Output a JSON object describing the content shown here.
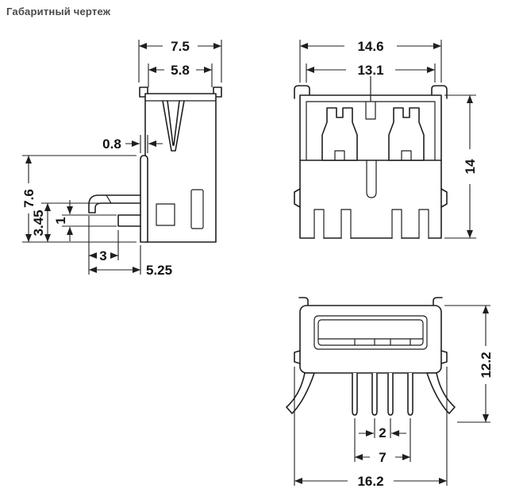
{
  "page": {
    "title": "Габаритный чертеж"
  },
  "dimensions": {
    "side": {
      "overall_width": "7.5",
      "body_width": "5.8",
      "wall_thickness": "0.8",
      "bracket_height": "7.6",
      "pin_drop": "3.45",
      "pin_thickness": "1",
      "pin_inset": "3",
      "lead_length": "5.25"
    },
    "front": {
      "overall_width": "14.6",
      "shell_width": "13.1",
      "height": "14"
    },
    "plug_face": {
      "height": "12.2",
      "pin_pitch": "2",
      "pin_row_span": "7",
      "overall_width": "16.2"
    }
  }
}
